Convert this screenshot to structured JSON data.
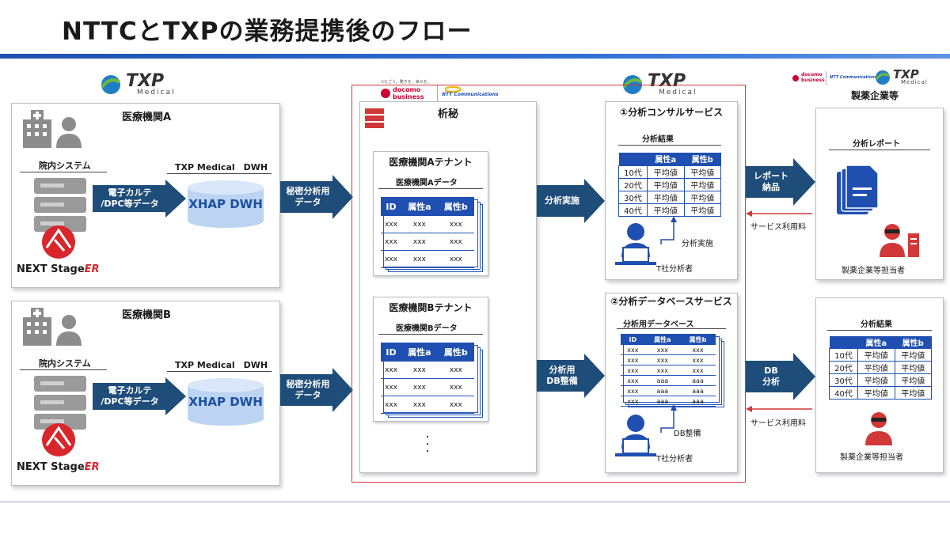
{
  "page": {
    "title": "NTTCとTXPの業務提携後のフロー"
  },
  "brands": {
    "txp_word": "TXP",
    "txp_sub": "Medical",
    "docomo_word": "docomo",
    "docomo_sub": "business",
    "docomo_tag": "つなごう。驚きを。幸せを。",
    "ntt_word": "NTT Communications",
    "nextstage_a": "NEXT Stage",
    "nextstage_b": "ER"
  },
  "hospital_a": {
    "title": "医療機関A",
    "system_label": "院内システム",
    "dwh_label": "TXP Medical　DWH",
    "arrow_text": "電子カルテ\n/DPC等データ",
    "dwh_name": "XHAP DWH"
  },
  "hospital_b": {
    "title": "医療機関B",
    "system_label": "院内システム",
    "dwh_label": "TXP Medical　DWH",
    "arrow_text": "電子カルテ\n/DPC等データ",
    "dwh_name": "XHAP DWH"
  },
  "transfer_arrows": {
    "a_text": "秘密分析用\nデータ",
    "b_text": "秘密分析用\nデータ"
  },
  "secret": {
    "title": "析秘",
    "tenant_a": {
      "title": "医療機関Aテナント",
      "subtitle": "医療機関Aデータ",
      "headers": [
        "ID",
        "属性a",
        "属性b"
      ],
      "rows": [
        [
          "xxx",
          "xxx",
          "xxx"
        ],
        [
          "xxx",
          "xxx",
          "xxx"
        ],
        [
          "xxx",
          "xxx",
          "xxx"
        ]
      ]
    },
    "tenant_b": {
      "title": "医療機関Bテナント",
      "subtitle": "医療機関Bデータ",
      "headers": [
        "ID",
        "属性a",
        "属性b"
      ],
      "rows": [
        [
          "xxx",
          "xxx",
          "xxx"
        ],
        [
          "xxx",
          "xxx",
          "xxx"
        ],
        [
          "xxx",
          "xxx",
          "xxx"
        ]
      ]
    },
    "ellipsis": "・\n・\n・"
  },
  "middle_arrows": {
    "analysis": "分析実施",
    "dbprep": "分析用\nDB整備"
  },
  "consult": {
    "title": "①分析コンサルサービス",
    "result_label": "分析結果",
    "headers": [
      "",
      "属性a",
      "属性b"
    ],
    "rows": [
      [
        "10代",
        "平均値",
        "平均値"
      ],
      [
        "20代",
        "平均値",
        "平均値"
      ],
      [
        "30代",
        "平均値",
        "平均値"
      ],
      [
        "40代",
        "平均値",
        "平均値"
      ]
    ],
    "action_label": "分析実施",
    "person_label": "T社分析者"
  },
  "dbservice": {
    "title": "②分析データベースサービス",
    "db_label": "分析用データベース",
    "headers": [
      "ID",
      "属性a",
      "属性b"
    ],
    "rows": [
      [
        "xxx",
        "xxx",
        "xxx"
      ],
      [
        "xxx",
        "xxx",
        "xxx"
      ],
      [
        "xxx",
        "xxx",
        "xxx"
      ],
      [
        "xxx",
        "aaa",
        "aaa"
      ],
      [
        "xxx",
        "aaa",
        "aaa"
      ],
      [
        "xxx",
        "aaa",
        "aaa"
      ]
    ],
    "action_label": "DB整備",
    "person_label": "T社分析者"
  },
  "right_arrows": {
    "report": "レポート\n納品",
    "db": "DB\n分析",
    "fee_1": "サービス利用料",
    "fee_2": "サービス利用料"
  },
  "pharma": {
    "header": "製薬企業等",
    "report_label": "分析レポート",
    "person_1": "製薬企業等担当者",
    "result_label": "分析結果",
    "headers": [
      "",
      "属性a",
      "属性b"
    ],
    "rows": [
      [
        "10代",
        "平均値",
        "平均値"
      ],
      [
        "20代",
        "平均値",
        "平均値"
      ],
      [
        "30代",
        "平均値",
        "平均値"
      ],
      [
        "40代",
        "平均値",
        "平均値"
      ]
    ],
    "person_2": "製薬企業等担当者"
  },
  "colors": {
    "arrow": "#1f4d7a",
    "accent_blue": "#1f4fb0",
    "red": "#d23838",
    "cylinder": "#bcd4f2",
    "icon_gray": "#8c8c8c"
  }
}
